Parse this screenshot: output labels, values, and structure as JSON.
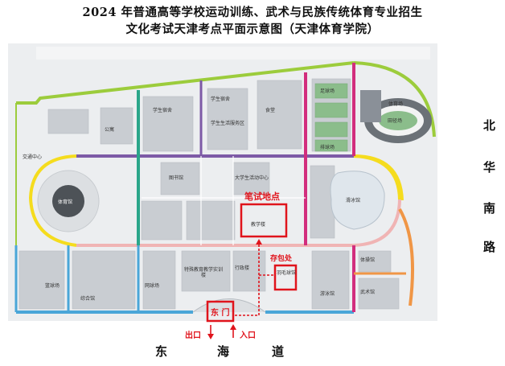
{
  "title": {
    "line1": "2024 年普通高等学校运动训练、武术与民族传统体育专业招生",
    "line2": "文化考试天津考点平面示意图（天津体育学院）"
  },
  "roads": {
    "east": [
      "北",
      "华",
      "南",
      "路"
    ],
    "south": [
      "东",
      "海",
      "道"
    ]
  },
  "markers": {
    "exam_site": "笔试地点",
    "storage": "存包处",
    "east_gate": "东 门",
    "exit": "出口",
    "entrance": "入口"
  },
  "buildings": {
    "stadium": "体育场",
    "track_field": "田径场",
    "gym": "体育馆",
    "library": "图书馆",
    "teaching": "教学楼",
    "ice_rink": "滑冰馆",
    "student_dorm_1": "学生宿舍",
    "student_dorm_2": "学生宿舍",
    "student_center": "学生生活服务区",
    "student_activity": "大学生活动中心",
    "canteen": "食堂",
    "tennis": "网球场",
    "basketball": "篮球场",
    "volleyball": "排球场",
    "football": "足球场",
    "badminton": "羽毛球馆",
    "park": "公寓",
    "bus_station": "交通中心",
    "swimming": "游泳馆",
    "admin": "行政楼",
    "special_ed": "特殊教育教学实训楼",
    "wushu": "武术馆",
    "comprehensive": "综合馆",
    "gymnastics": "体操馆"
  },
  "colors": {
    "green_road": "#9ccc3c",
    "yellow_road": "#f5dc1e",
    "purple_road": "#7d5aa6",
    "pink_road": "#f0b4b4",
    "blue_road": "#4aa6d8",
    "teal_road": "#2aa68a",
    "magenta_road": "#d22d7d",
    "orange_road": "#f09646",
    "marker_red": "#e0141c"
  }
}
